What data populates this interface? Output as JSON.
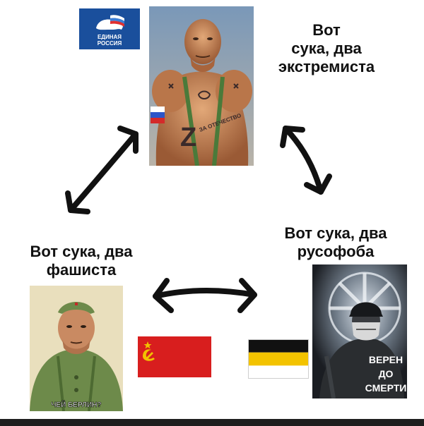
{
  "captions": {
    "top_right": [
      "Вот",
      "сука, два",
      "экстремиста"
    ],
    "left": [
      "Вот сука, два",
      "фашиста"
    ],
    "right": [
      "Вот сука, два",
      "русофоба"
    ]
  },
  "logo": {
    "line1": "ЕДИНАЯ",
    "line2": "РОССИЯ"
  },
  "top_figure": {
    "chest_letter": "Z",
    "chest_text": "ЗА ОТЕЧЕСТВО"
  },
  "left_figure": {
    "caption": "ЧЕЙ БЕРЛИН?"
  },
  "right_figure": {
    "text_lines": [
      "ВЕРЕН",
      "ДО",
      "СМЕРТИ"
    ]
  },
  "colors": {
    "background": "#ffffff",
    "arrow": "#111111",
    "soviet_red": "#d81e1e",
    "soviet_gold": "#f2c200",
    "imperial_black": "#111111",
    "imperial_yellow": "#f3c300",
    "imperial_white": "#ffffff",
    "er_blue": "#1a4f9c"
  }
}
